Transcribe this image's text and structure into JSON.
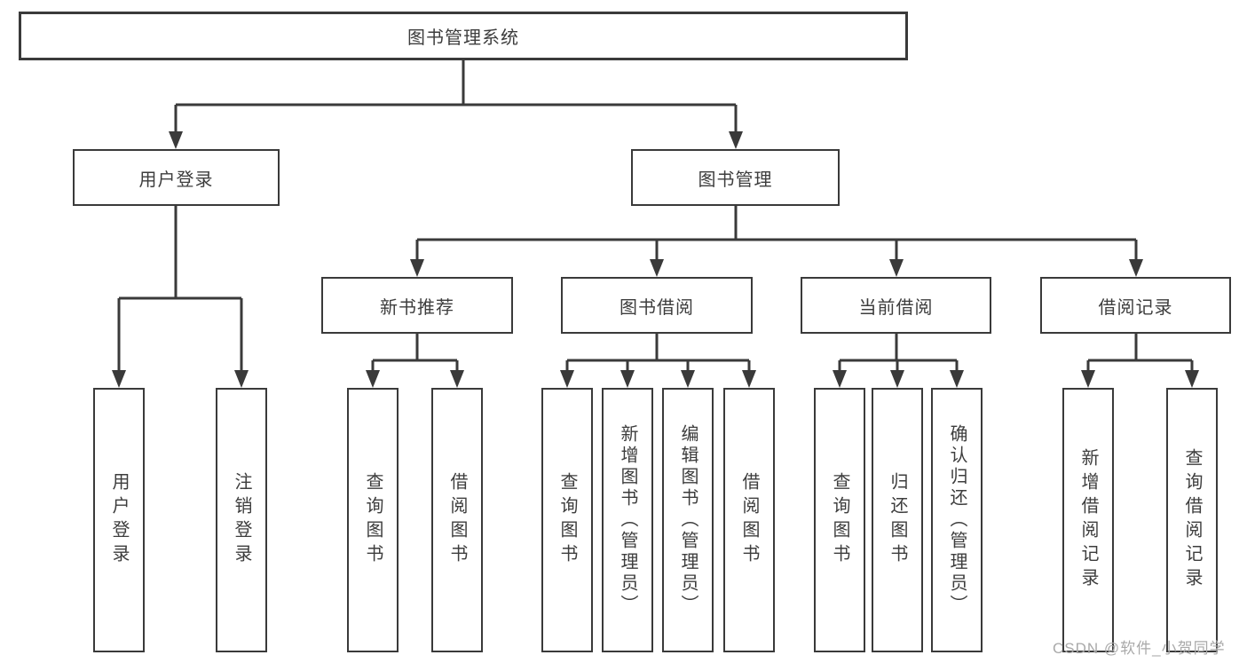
{
  "diagram": {
    "title": "图书管理系统",
    "line_color": "#3a3a3a",
    "nodes": [
      {
        "id": "root",
        "label": "图书管理系统"
      },
      {
        "id": "user-login",
        "label": "用户登录"
      },
      {
        "id": "book-management",
        "label": "图书管理"
      },
      {
        "id": "new-book-recommend",
        "label": "新书推荐"
      },
      {
        "id": "book-borrow",
        "label": "图书借阅"
      },
      {
        "id": "current-borrow",
        "label": "当前借阅"
      },
      {
        "id": "borrow-records",
        "label": "借阅记录"
      },
      {
        "id": "leaf-user-login",
        "label": "用户登录"
      },
      {
        "id": "leaf-logout",
        "label": "注销登录"
      },
      {
        "id": "leaf-query-books-recommend",
        "label": "查询图书"
      },
      {
        "id": "leaf-borrow-books-recommend",
        "label": "借阅图书"
      },
      {
        "id": "leaf-query-books-borrow",
        "label": "查询图书"
      },
      {
        "id": "leaf-add-books-admin",
        "label": "新增图书（管理员）"
      },
      {
        "id": "leaf-edit-books-admin",
        "label": "编辑图书（管理员）"
      },
      {
        "id": "leaf-borrow-books",
        "label": "借阅图书"
      },
      {
        "id": "leaf-query-books-current",
        "label": "查询图书"
      },
      {
        "id": "leaf-return-books",
        "label": "归还图书"
      },
      {
        "id": "leaf-confirm-return-admin",
        "label": "确认归还（管理员）"
      },
      {
        "id": "leaf-add-borrow-record",
        "label": "新增借阅记录"
      },
      {
        "id": "leaf-query-borrow-record",
        "label": "查询借阅记录"
      }
    ]
  },
  "watermark": {
    "text": "CSDN @软件_小贺同学"
  }
}
